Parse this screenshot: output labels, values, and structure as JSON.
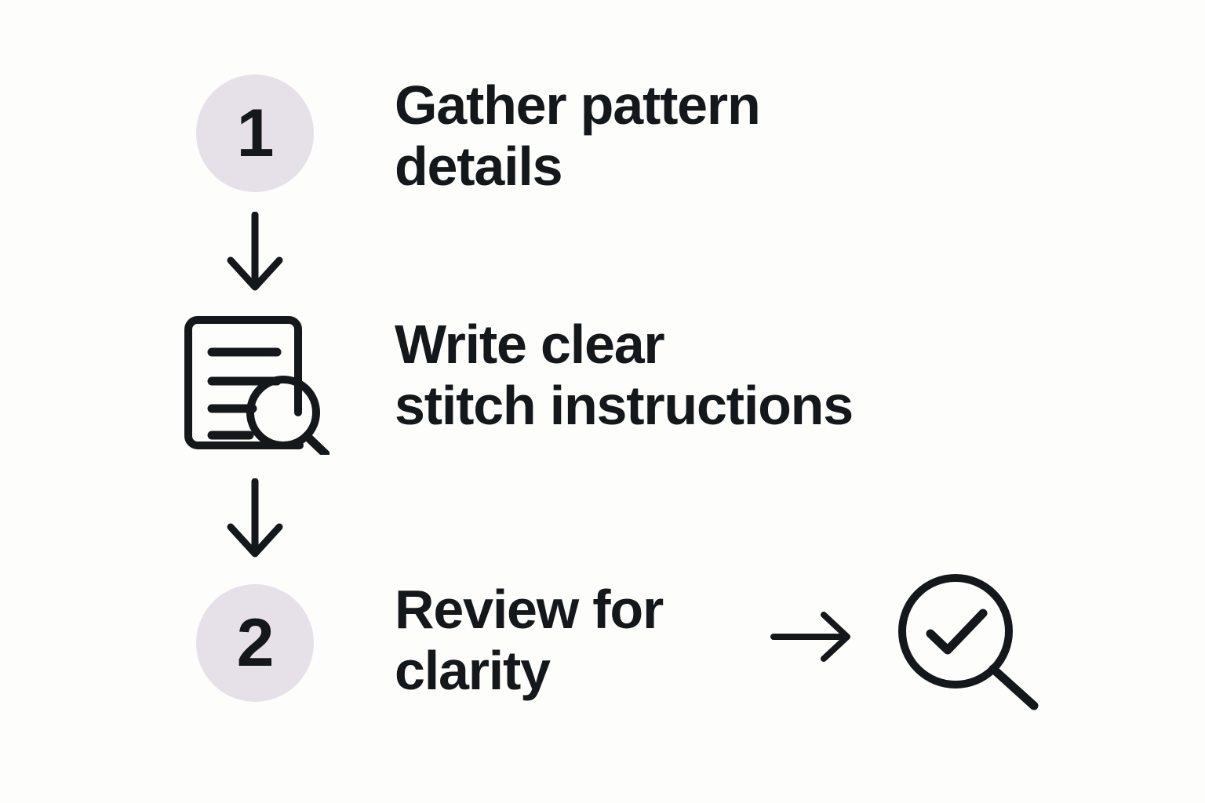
{
  "diagram": {
    "type": "vertical-flow",
    "background_color": "#fdfdfc",
    "ink_color": "#15181b",
    "badge_color": "#e6e1e9",
    "steps": [
      {
        "marker_type": "number-badge",
        "marker_value": "1",
        "label": "Gather pattern\ndetails"
      },
      {
        "marker_type": "document-search-icon",
        "marker_value": "",
        "label": "Write clear\nstitch instructions"
      },
      {
        "marker_type": "number-badge",
        "marker_value": "2",
        "label": "Review for\nclarity"
      }
    ],
    "connectors": [
      {
        "direction": "down"
      },
      {
        "direction": "down"
      }
    ],
    "outcome": {
      "arrow_direction": "right",
      "icon": "magnifier-check-icon"
    }
  }
}
